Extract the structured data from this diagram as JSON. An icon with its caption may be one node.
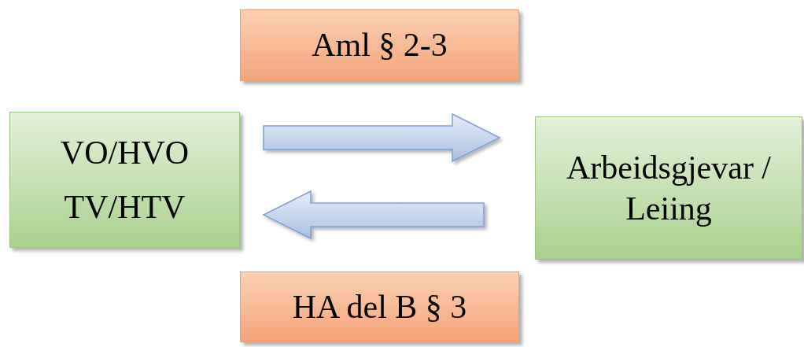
{
  "diagram": {
    "nodes": [
      {
        "text": [
          "Aml § 2-3"
        ]
      },
      {
        "text": [
          "VO/HVO",
          "TV/HTV"
        ]
      },
      {
        "text": [
          "Arbeidsgjevar / Leiing"
        ]
      },
      {
        "text": [
          "HA del B § 3"
        ]
      }
    ],
    "edges": [
      {
        "from": 1,
        "to": 2,
        "arrow": "to"
      },
      {
        "from": 2,
        "to": 1,
        "arrow": "to"
      }
    ]
  }
}
